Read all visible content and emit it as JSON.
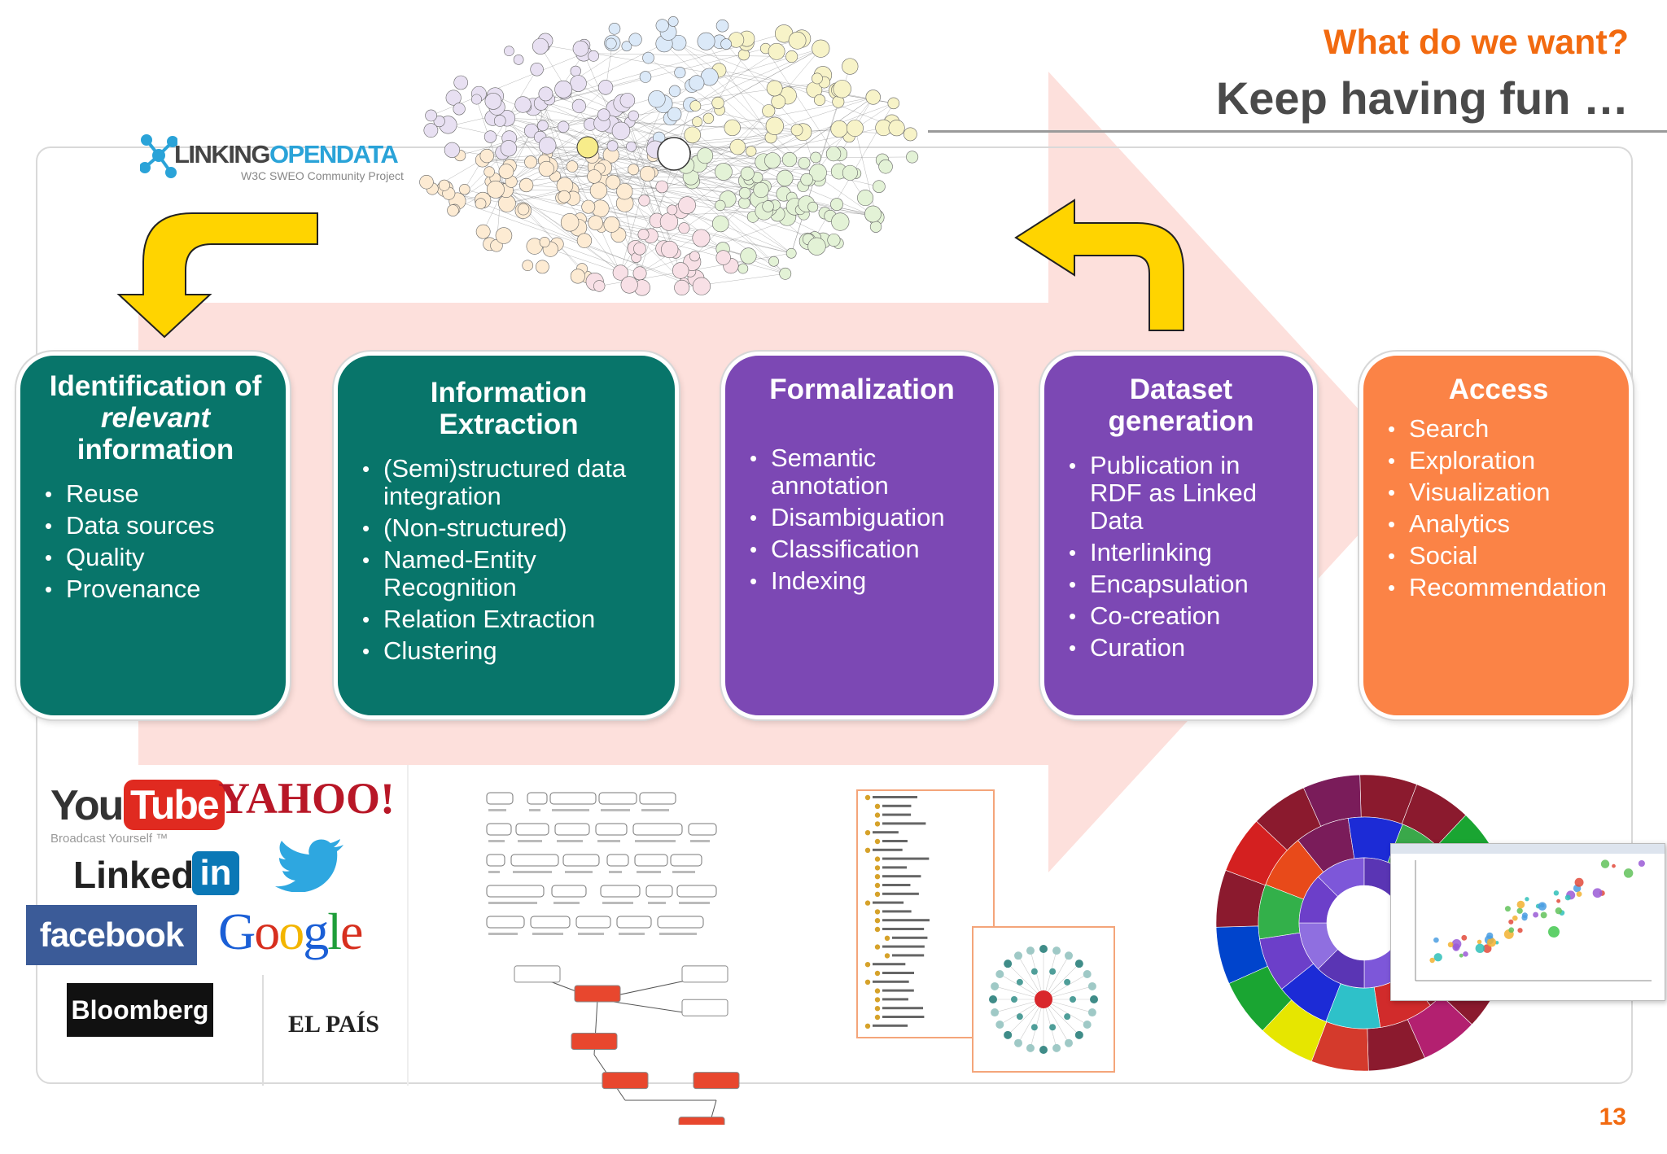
{
  "header": {
    "title_small": "What do we want?",
    "title_big": "Keep having fun …",
    "page_number": "13"
  },
  "lod_logo": {
    "name_part1": "LINKING",
    "name_part2": "OPENDATA",
    "subtitle": "W3C SWEO Community Project"
  },
  "cards": [
    {
      "title_before": "Identification of",
      "title_em": "relevant",
      "title_after": "information",
      "items": [
        "Reuse",
        "Data sources",
        "Quality",
        "Provenance"
      ],
      "color": "#08756a"
    },
    {
      "title": "Information Extraction",
      "items": [
        "(Semi)structured data integration",
        "(Non-structured)",
        "Named-Entity Recognition",
        "Relation Extraction",
        "Clustering"
      ],
      "color": "#08756a"
    },
    {
      "title": "Formalization",
      "items": [
        "Semantic annotation",
        "Disambiguation",
        "Classification",
        "Indexing"
      ],
      "color": "#7c48b4"
    },
    {
      "title": "Dataset generation",
      "items": [
        "Publication in RDF as Linked Data",
        "Interlinking",
        "Encapsulation",
        "Co-creation",
        "Curation"
      ],
      "color": "#7c48b4"
    },
    {
      "title": "Access",
      "items": [
        "Search",
        "Exploration",
        "Visualization",
        "Analytics",
        "Social",
        "Recommendation"
      ],
      "color": "#fb8346"
    }
  ],
  "logos": {
    "youtube_you": "You",
    "youtube_tube": "Tube",
    "youtube_tagline": "Broadcast Yourself ™",
    "yahoo": "YAHOO!",
    "linkedin": "Linked",
    "linkedin_in": "in",
    "facebook": "facebook",
    "google": "Google",
    "bloomberg": "Bloomberg",
    "elpais": "EL PAÍS"
  },
  "colors": {
    "accent_orange": "#f26a10",
    "teal": "#08756a",
    "purple": "#7c48b4",
    "card_orange": "#fb8346",
    "arrow_yellow": "#ffd400",
    "background_arrow": "#fde0dc"
  }
}
